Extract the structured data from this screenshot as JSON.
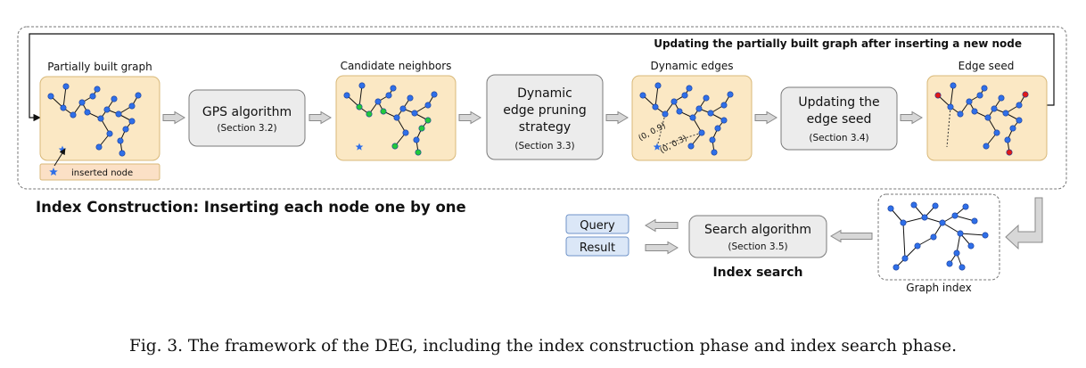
{
  "loop_label": "Updating the partially built graph after inserting a new node",
  "phase_construction": "Index Construction: Inserting each node one by one",
  "phase_search": "Index search",
  "panels": [
    {
      "label": "Partially built graph"
    },
    {
      "label": "Candidate neighbors"
    },
    {
      "label": "Dynamic edges"
    },
    {
      "label": "Edge seed"
    },
    {
      "label": "Graph index"
    }
  ],
  "inserted_node_legend": "inserted node",
  "steps": [
    {
      "title": "GPS algorithm",
      "section": "(Section 3.2)"
    },
    {
      "title_lines": [
        "Dynamic",
        "edge pruning",
        "strategy"
      ],
      "section": "(Section 3.3)"
    },
    {
      "title_lines": [
        "Updating the",
        "edge seed"
      ],
      "section": "(Section 3.4)"
    },
    {
      "title": "Search algorithm",
      "section": "(Section 3.5)"
    }
  ],
  "edge_labels": [
    "(0, 0.9)",
    "(0, 0.3)"
  ],
  "io": {
    "query": "Query",
    "result": "Result"
  },
  "caption": "Fig. 3.  The framework of the DEG, including the index construction phase and index search phase.",
  "colors": {
    "panel_fill": "#fbe8c4",
    "panel_stroke": "#d8b878",
    "step_fill": "#ececec",
    "step_stroke": "#7a7a7a",
    "node_blue": "#2f6fe8",
    "node_green": "#22c93a",
    "node_red": "#e01818",
    "io_fill": "#dbe7f7",
    "io_stroke": "#6f93c8",
    "arrow_fill": "#d7d7d7",
    "arrow_stroke": "#8a8a8a"
  }
}
